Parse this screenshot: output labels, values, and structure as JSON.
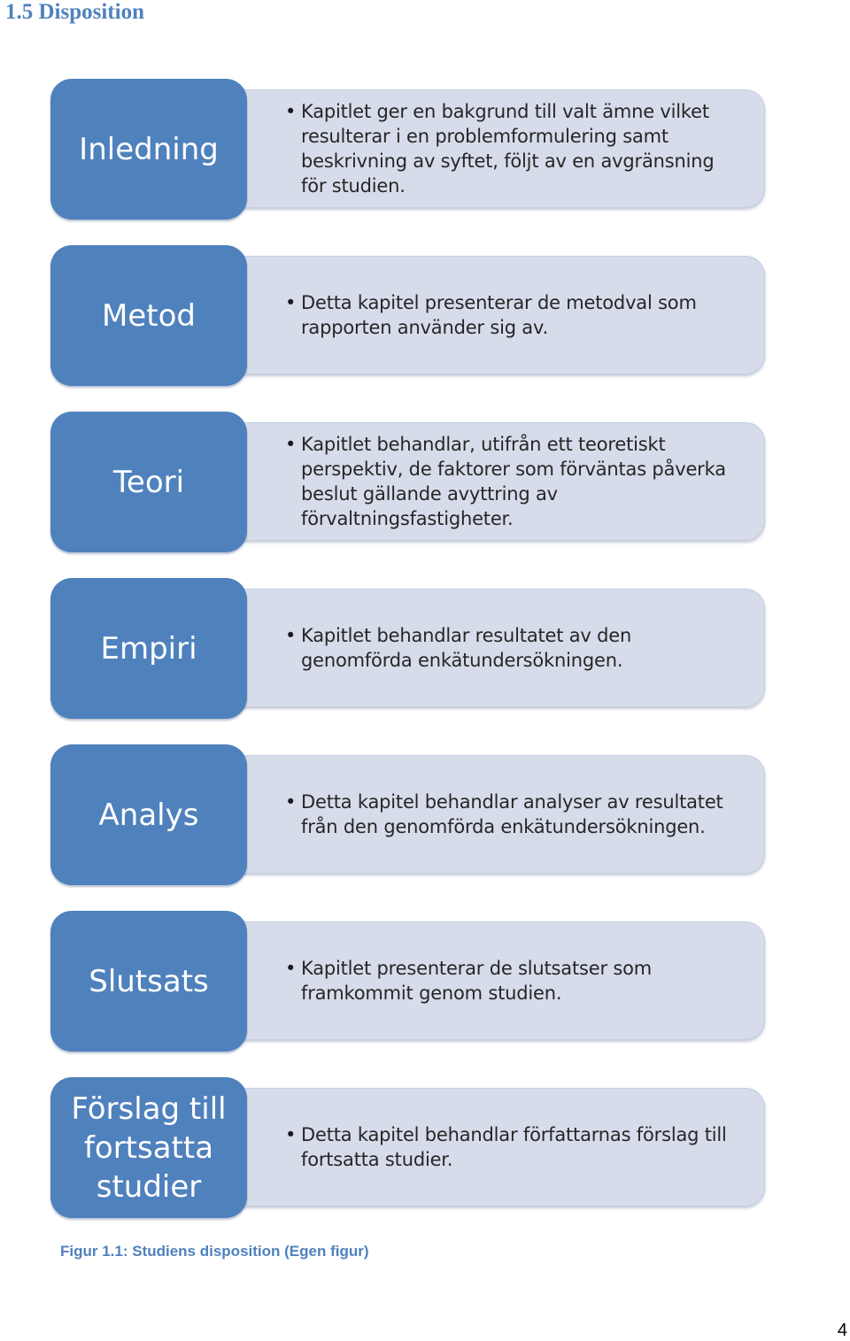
{
  "heading": "1.5 Disposition",
  "chapters": [
    {
      "label": "Inledning",
      "description": "Kapitlet ger en bakgrund till valt ämne vilket resulterar i en problemformulering samt beskrivning av syftet, följt av en avgränsning för studien."
    },
    {
      "label": "Metod",
      "description": "Detta kapitel presenterar de metodval som rapporten använder sig av."
    },
    {
      "label": "Teori",
      "description": "Kapitlet behandlar, utifrån ett teoretiskt perspektiv, de faktorer som förväntas påverka beslut gällande avyttring av förvaltningsfastigheter."
    },
    {
      "label": "Empiri",
      "description": "Kapitlet behandlar resultatet av den genomförda enkätundersökningen."
    },
    {
      "label": "Analys",
      "description": "Detta kapitel behandlar analyser av resultatet från den genomförda enkätundersökningen."
    },
    {
      "label": "Slutsats",
      "description": "Kapitlet presenterar de slutsatser som framkommit genom studien."
    },
    {
      "label": "Förslag till fortsatta studier",
      "description": "Detta kapitel behandlar författarnas förslag till fortsatta studier."
    }
  ],
  "caption": "Figur 1.1: Studiens disposition (Egen figur)",
  "page_number": "4",
  "colors": {
    "accent_blue": "#4f81bd",
    "panel_light": "#d6dcea",
    "text_dark": "#262626"
  }
}
